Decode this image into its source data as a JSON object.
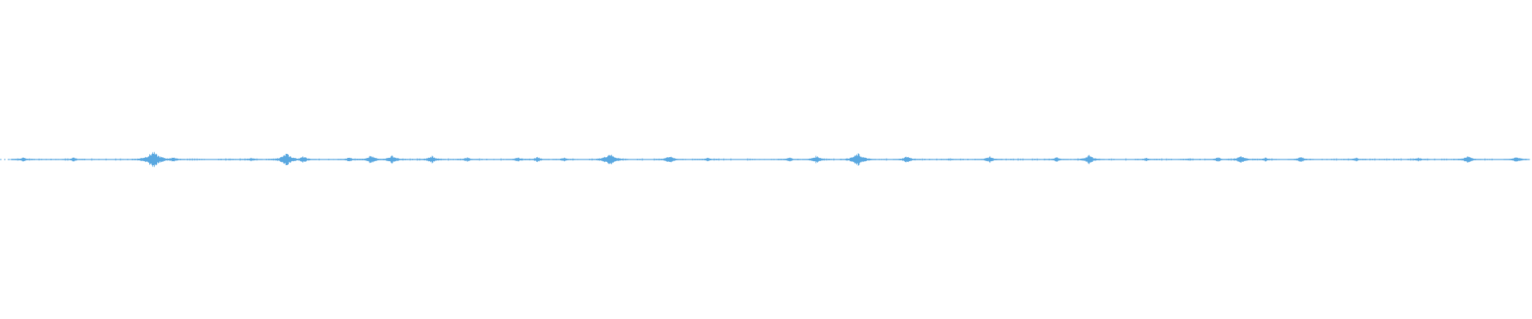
{
  "waveform": {
    "color": "#5aa8e0",
    "segments": [
      {
        "x": 0.012,
        "amp": 0.1,
        "kind": "dots"
      },
      {
        "x": 0.015,
        "amp": 0.15,
        "kind": "burst"
      },
      {
        "x": 0.048,
        "amp": 0.14,
        "kind": "burst"
      },
      {
        "x": 0.1,
        "amp": 0.55,
        "kind": "burst"
      },
      {
        "x": 0.113,
        "amp": 0.18,
        "kind": "burst"
      },
      {
        "x": 0.15,
        "amp": 0.08,
        "kind": "dots"
      },
      {
        "x": 0.164,
        "amp": 0.14,
        "kind": "burst"
      },
      {
        "x": 0.187,
        "amp": 0.42,
        "kind": "burst"
      },
      {
        "x": 0.198,
        "amp": 0.22,
        "kind": "burst"
      },
      {
        "x": 0.228,
        "amp": 0.15,
        "kind": "burst"
      },
      {
        "x": 0.242,
        "amp": 0.28,
        "kind": "burst"
      },
      {
        "x": 0.256,
        "amp": 0.28,
        "kind": "burst"
      },
      {
        "x": 0.282,
        "amp": 0.26,
        "kind": "burst"
      },
      {
        "x": 0.305,
        "amp": 0.16,
        "kind": "burst"
      },
      {
        "x": 0.338,
        "amp": 0.16,
        "kind": "burst"
      },
      {
        "x": 0.351,
        "amp": 0.18,
        "kind": "burst"
      },
      {
        "x": 0.368,
        "amp": 0.14,
        "kind": "burst"
      },
      {
        "x": 0.398,
        "amp": 0.42,
        "kind": "burst"
      },
      {
        "x": 0.437,
        "amp": 0.26,
        "kind": "burst"
      },
      {
        "x": 0.462,
        "amp": 0.14,
        "kind": "burst"
      },
      {
        "x": 0.515,
        "amp": 0.16,
        "kind": "burst"
      },
      {
        "x": 0.533,
        "amp": 0.26,
        "kind": "burst"
      },
      {
        "x": 0.56,
        "amp": 0.42,
        "kind": "burst"
      },
      {
        "x": 0.592,
        "amp": 0.24,
        "kind": "burst"
      },
      {
        "x": 0.62,
        "amp": 0.1,
        "kind": "dots"
      },
      {
        "x": 0.646,
        "amp": 0.22,
        "kind": "burst"
      },
      {
        "x": 0.69,
        "amp": 0.16,
        "kind": "burst"
      },
      {
        "x": 0.711,
        "amp": 0.3,
        "kind": "burst"
      },
      {
        "x": 0.748,
        "amp": 0.12,
        "kind": "burst"
      },
      {
        "x": 0.776,
        "amp": 0.1,
        "kind": "dots"
      },
      {
        "x": 0.795,
        "amp": 0.16,
        "kind": "burst"
      },
      {
        "x": 0.81,
        "amp": 0.26,
        "kind": "burst"
      },
      {
        "x": 0.826,
        "amp": 0.14,
        "kind": "burst"
      },
      {
        "x": 0.849,
        "amp": 0.2,
        "kind": "burst"
      },
      {
        "x": 0.885,
        "amp": 0.14,
        "kind": "burst"
      },
      {
        "x": 0.926,
        "amp": 0.14,
        "kind": "burst"
      },
      {
        "x": 0.958,
        "amp": 0.24,
        "kind": "burst"
      },
      {
        "x": 0.99,
        "amp": 0.2,
        "kind": "burst"
      }
    ]
  }
}
